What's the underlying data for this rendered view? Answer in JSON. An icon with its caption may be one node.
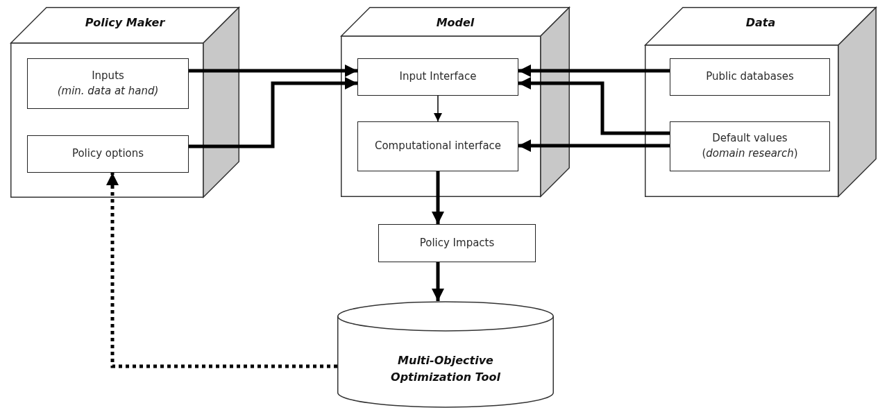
{
  "diagram": {
    "nodes": [
      {
        "text": [
          "Policy Maker"
        ]
      },
      {
        "text": [
          "Inputs",
          "(min. data at hand)"
        ],
        "in": 0
      },
      {
        "text": [
          "Policy options"
        ],
        "in": 0
      },
      {
        "text": [
          "Model"
        ]
      },
      {
        "text": [
          "Input Interface"
        ],
        "in": 3
      },
      {
        "text": [
          "Computational interface"
        ],
        "in": 3
      },
      {
        "text": [
          "Data"
        ]
      },
      {
        "text": [
          "Public databases"
        ],
        "in": 6
      },
      {
        "text": [
          "Default values",
          "(*domain research*)"
        ],
        "in": 6
      },
      {
        "text": [
          "Policy Impacts"
        ]
      },
      {
        "text": [
          "Multi-Objective Optimization Tool"
        ]
      }
    ],
    "edges": [
      {
        "from": 1,
        "to": 4,
        "arrow": "to"
      },
      {
        "from": 2,
        "to": 4,
        "arrow": "to"
      },
      {
        "from": 7,
        "to": 4,
        "arrow": "to"
      },
      {
        "from": 8,
        "to": 4,
        "arrow": "to"
      },
      {
        "from": 8,
        "to": 5,
        "arrow": "to"
      },
      {
        "from": 4,
        "to": 5,
        "arrow": "to"
      },
      {
        "from": 5,
        "to": 9,
        "arrow": "to"
      },
      {
        "from": 9,
        "to": 10,
        "arrow": "to"
      },
      {
        "from": 10,
        "to": 2,
        "arrow": "to",
        "style": "dashed"
      }
    ]
  }
}
